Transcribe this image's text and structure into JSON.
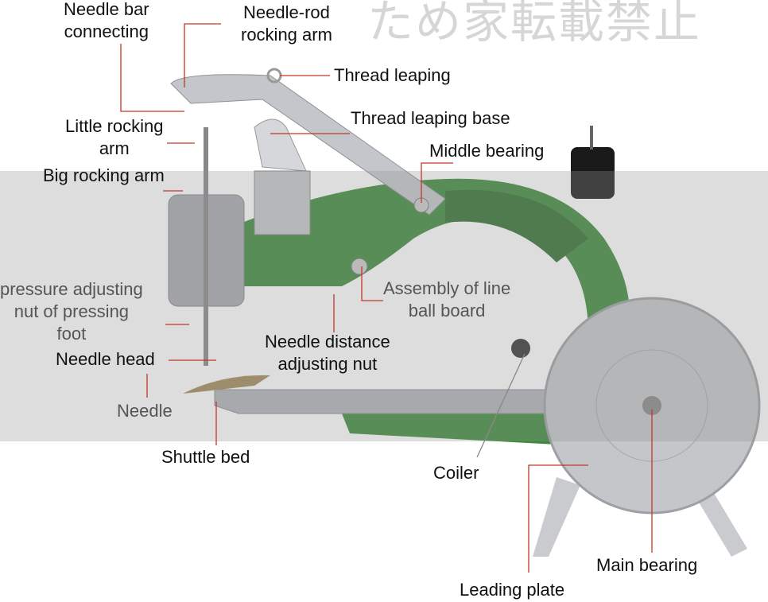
{
  "watermark": "ため家転載禁止",
  "colors": {
    "machine_body": "#3d8a3a",
    "metal": "#b9bcc0",
    "leader": "#c0392b",
    "band": "#9a9a9a"
  },
  "labels": {
    "needle_bar_connecting": "Needle bar\nconnecting",
    "needle_rod_rocking_arm": "Needle-rod\nrocking arm",
    "thread_leaping": "Thread leaping",
    "thread_leaping_base": "Thread leaping base",
    "middle_bearing": "Middle bearing",
    "little_rocking_arm": "Little rocking\narm",
    "big_rocking_arm": "Big rocking arm",
    "pressure_adjusting_nut": "pressure adjusting\nnut of pressing\nfoot",
    "needle_head": "Needle head",
    "needle": "Needle",
    "shuttle_bed": "Shuttle bed",
    "needle_distance_adjusting_nut": "Needle distance\nadjusting nut",
    "assembly_line_ball_board": "Assembly of line\nball board",
    "coiler": "Coiler",
    "main_bearing": "Main bearing",
    "leading_plate": "Leading plate"
  }
}
